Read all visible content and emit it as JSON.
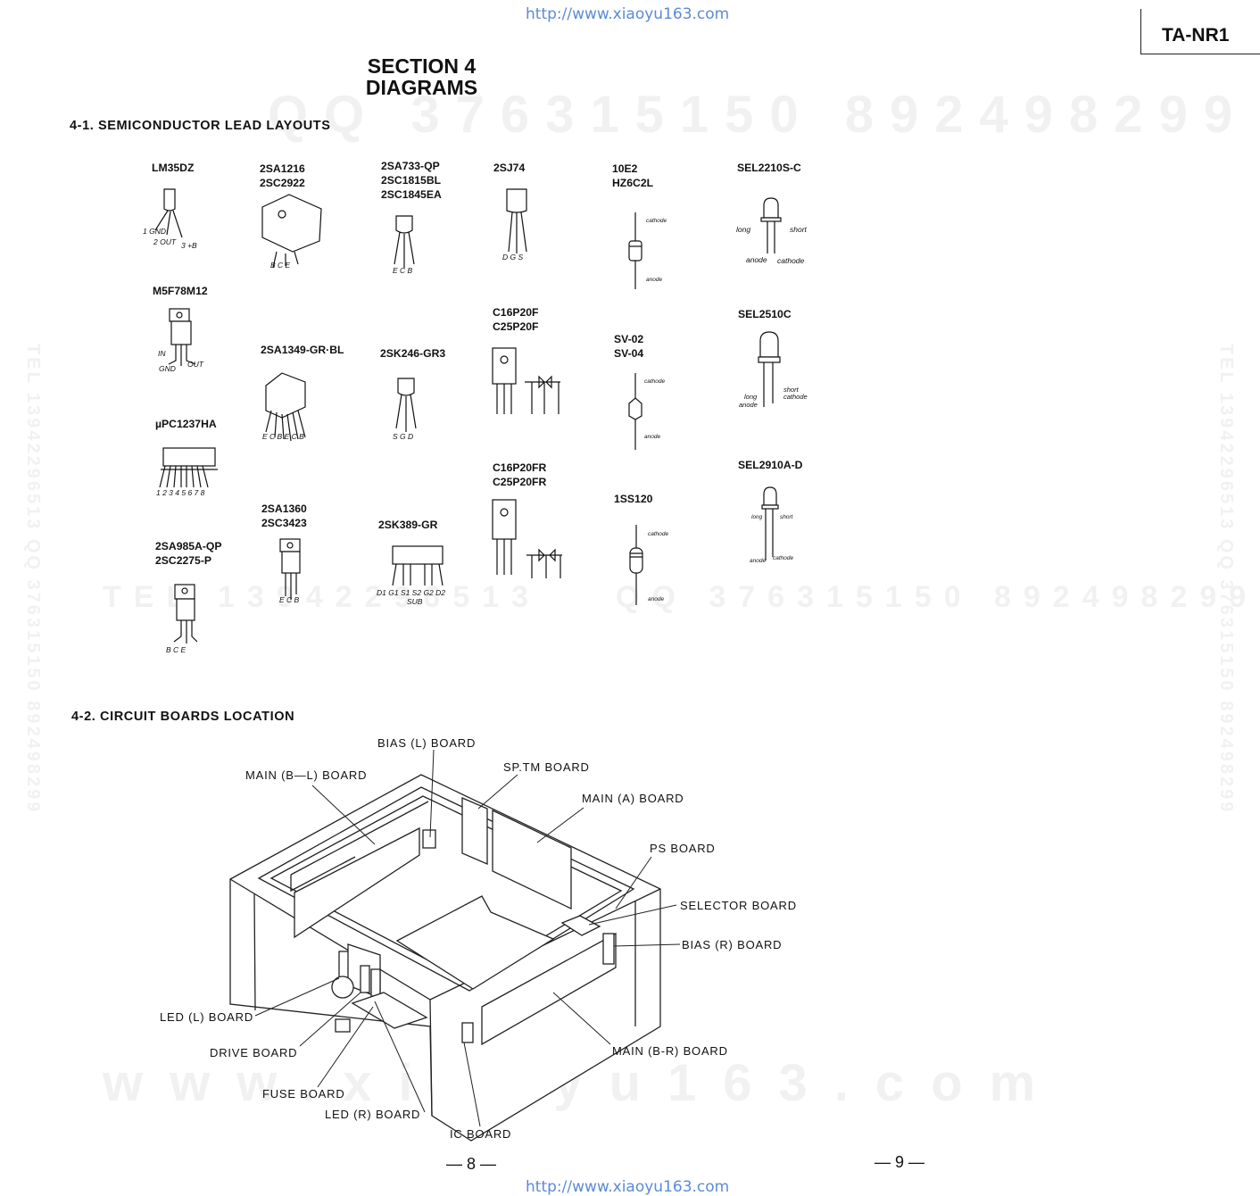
{
  "header": {
    "url_top": "http://www.xiaoyu163.com",
    "url_bottom": "http://www.xiaoyu163.com",
    "model": "TA-NR1"
  },
  "section": {
    "title_line1": "SECTION 4",
    "title_line2": "DIAGRAMS"
  },
  "semiconductors": {
    "heading": "4-1.  SEMICONDUCTOR  LEAD  LAYOUTS",
    "parts": {
      "lm35dz": "LM35DZ",
      "m5f78m12": "M5F78M12",
      "upc1237ha": "µPC1237HA",
      "2sa985a": "2SA985A-QP\n2SC2275-P",
      "2sa1216": "2SA1216\n2SC2922",
      "2sa1349": "2SA1349-GR·BL",
      "2sa1360": "2SA1360\n2SC3423",
      "2sa733": "2SA733-QP\n2SC1815BL\n2SC1845EA",
      "2sk246": "2SK246-GR3",
      "2sk389": "2SK389-GR",
      "2sj74": "2SJ74",
      "c16p20f": "C16P20F\nC25P20F",
      "c16p20fr": "C16P20FR\nC25P20FR",
      "10e2": "10E2\nHZ6C2L",
      "sv02": "SV-02\nSV-04",
      "1ss120": "1SS120",
      "sel2210s": "SEL2210S-C",
      "sel2510c": "SEL2510C",
      "sel2910a": "SEL2910A-D"
    },
    "pins": {
      "lm35_gnd": "1 GND",
      "lm35_out": "2 OUT",
      "lm35_b": "3 +B",
      "m5f_in": "IN",
      "m5f_gnd": "GND",
      "m5f_out": "OUT",
      "upc_pins": "1 2 3 4 5 6 7 8",
      "bce": "B  C  E",
      "bce2": "B  C  E",
      "ecb": "E  C  B",
      "ecb2": "E C B",
      "1349_pins": "E C B E C B",
      "sgd": "S  G  D",
      "dgs": "D  G  S",
      "sk389_pins": "D1 G1 S1   S2 G2 D2",
      "sk389_sub": "SUB",
      "cathode": "cathode",
      "anode": "anode",
      "long": "long",
      "short": "short",
      "led_anode": "anode",
      "led_cathode": "cathode"
    }
  },
  "boards": {
    "heading": "4-2.  CIRCUIT  BOARDS  LOCATION",
    "labels": {
      "bias_l": "BIAS (L)  BOARD",
      "main_bl": "MAIN (B—L) BOARD",
      "sptm": "SP.TM  BOARD",
      "main_a": "MAIN (A)  BOARD",
      "ps": "PS  BOARD",
      "selector": "SELECTOR  BOARD",
      "bias_r": "BIAS (R)  BOARD",
      "led_l": "LED (L)  BOARD",
      "drive": "DRIVE  BOARD",
      "fuse": "FUSE  BOARD",
      "led_r": "LED  (R)  BOARD",
      "ic": "IC  BOARD",
      "main_br": "MAIN (B-R)  BOARD"
    }
  },
  "watermarks": {
    "qq_top": "QQ 376315150  892498299",
    "tel_mid": "TEL 13942296513",
    "qq_mid": "QQ 376315150 892498299",
    "www": "www.xiaoyu163.com",
    "side_left": "TEL 13942296513 QQ 376315150 892498299",
    "side_right": "TEL 13942296513 QQ 376315150 892498299"
  },
  "footer": {
    "page_left": "— 8 —",
    "page_right": "— 9 —"
  }
}
